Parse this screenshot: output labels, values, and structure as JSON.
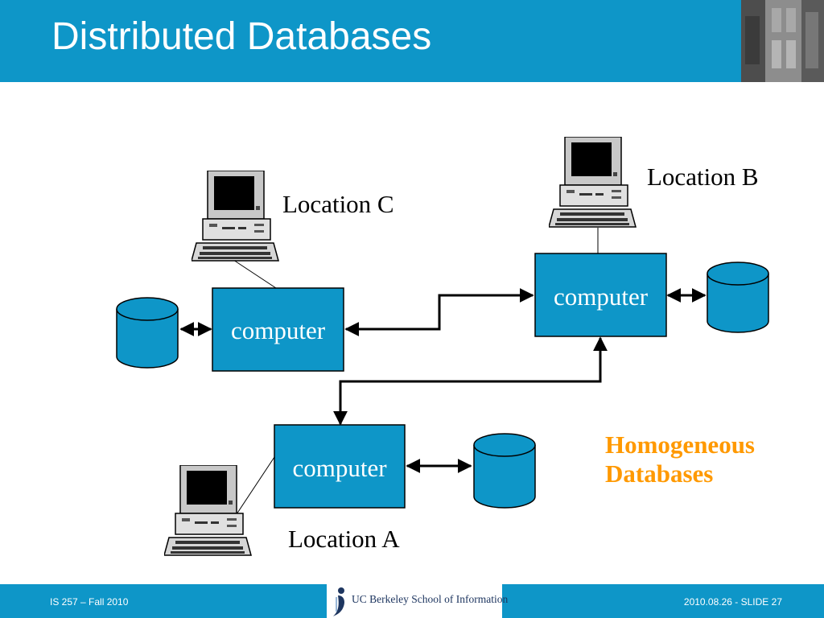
{
  "slide": {
    "title": "Distributed Databases",
    "footer_left": "IS 257 – Fall 2010",
    "footer_right": "2010.08.26 - SLIDE 27",
    "logo_text": "UC Berkeley School of Information"
  },
  "diagram": {
    "nodes": {
      "computer_c": "computer",
      "computer_b": "computer",
      "computer_a": "computer"
    },
    "locations": {
      "c": "Location C",
      "b": "Location B",
      "a": "Location A"
    },
    "note": [
      "Homogeneous",
      "Databases"
    ]
  },
  "colors": {
    "theme_blue": "#0e96c8",
    "computer_box": "#0e96c8",
    "database": "#0e96c8",
    "note_text": "#ff9900"
  }
}
